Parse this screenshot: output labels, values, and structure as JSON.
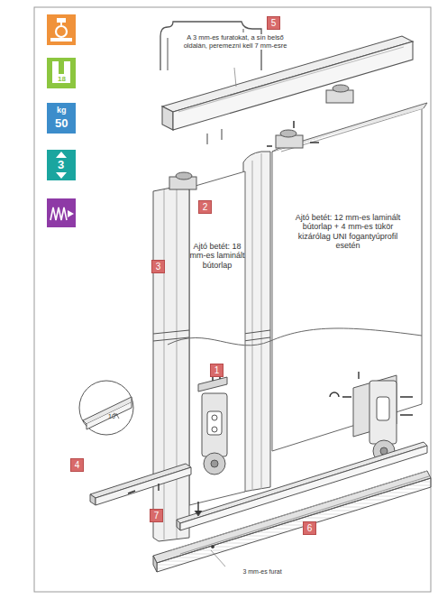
{
  "diagram": {
    "nodes": [
      {
        "text": [
          "18"
        ]
      },
      {
        "text": [
          "kg",
          "50"
        ]
      },
      {
        "text": [
          "3"
        ]
      },
      {
        "text": [
          "5"
        ]
      },
      {
        "text": [
          "2"
        ]
      },
      {
        "text": [
          "3"
        ]
      },
      {
        "text": [
          "1"
        ]
      },
      {
        "text": [
          "4"
        ]
      },
      {
        "text": [
          "7"
        ]
      },
      {
        "text": [
          "6"
        ]
      }
    ],
    "labels": [
      "A 3 mm-es furatokat, a sín belső oldalán, peremezni kell 7 mm-esre",
      "Ajtó betét: 18 mm-es laminált bútorlap",
      "Ajtó betét: 12 mm-es laminált bútorlap + 4 mm-es tükör kizárólag UNI fogantyúprofil esetén",
      "10°",
      "3 mm-es furat"
    ]
  }
}
